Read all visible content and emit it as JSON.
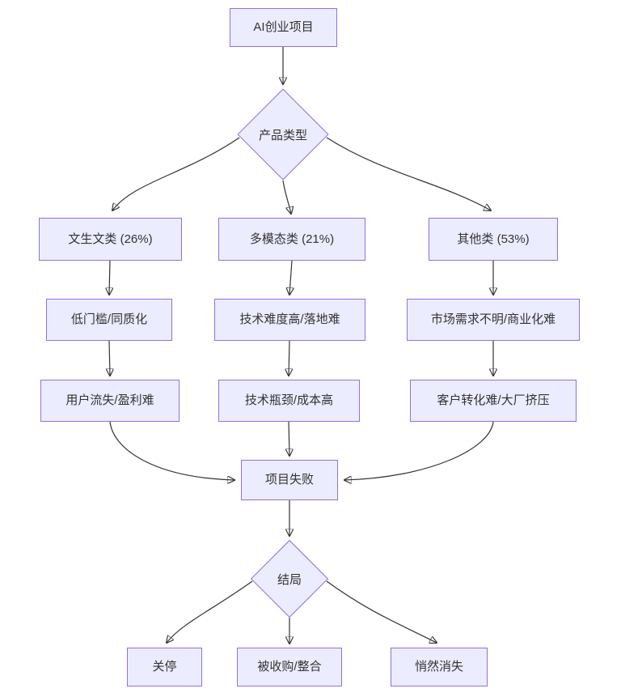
{
  "diagram": {
    "type": "flowchart",
    "direction": "top-down",
    "colors": {
      "node_fill": "#ECECFF",
      "node_border": "#9370DB",
      "edge": "#333333",
      "text": "#333333",
      "background": "#ffffff"
    },
    "nodes": {
      "root": "AI创业项目",
      "product_type": "产品类型",
      "text_gen": "文生文类 (26%)",
      "multimodal": "多模态类 (21%)",
      "other": "其他类 (53%)",
      "text_gen_issue1": "低门槛/同质化",
      "multimodal_issue1": "技术难度高/落地难",
      "other_issue1": "市场需求不明/商业化难",
      "text_gen_issue2": "用户流失/盈利难",
      "multimodal_issue2": "技术瓶颈/成本高",
      "other_issue2": "客户转化难/大厂挤压",
      "failure": "项目失败",
      "outcome": "结局",
      "shutdown": "关停",
      "acquired": "被收购/整合",
      "vanish": "悄然消失"
    },
    "edges": [
      {
        "from": "root",
        "to": "product_type"
      },
      {
        "from": "product_type",
        "to": "text_gen"
      },
      {
        "from": "product_type",
        "to": "multimodal"
      },
      {
        "from": "product_type",
        "to": "other"
      },
      {
        "from": "text_gen",
        "to": "text_gen_issue1"
      },
      {
        "from": "multimodal",
        "to": "multimodal_issue1"
      },
      {
        "from": "other",
        "to": "other_issue1"
      },
      {
        "from": "text_gen_issue1",
        "to": "text_gen_issue2"
      },
      {
        "from": "multimodal_issue1",
        "to": "multimodal_issue2"
      },
      {
        "from": "other_issue1",
        "to": "other_issue2"
      },
      {
        "from": "text_gen_issue2",
        "to": "failure"
      },
      {
        "from": "multimodal_issue2",
        "to": "failure"
      },
      {
        "from": "other_issue2",
        "to": "failure"
      },
      {
        "from": "failure",
        "to": "outcome"
      },
      {
        "from": "outcome",
        "to": "shutdown"
      },
      {
        "from": "outcome",
        "to": "acquired"
      },
      {
        "from": "outcome",
        "to": "vanish"
      }
    ]
  }
}
